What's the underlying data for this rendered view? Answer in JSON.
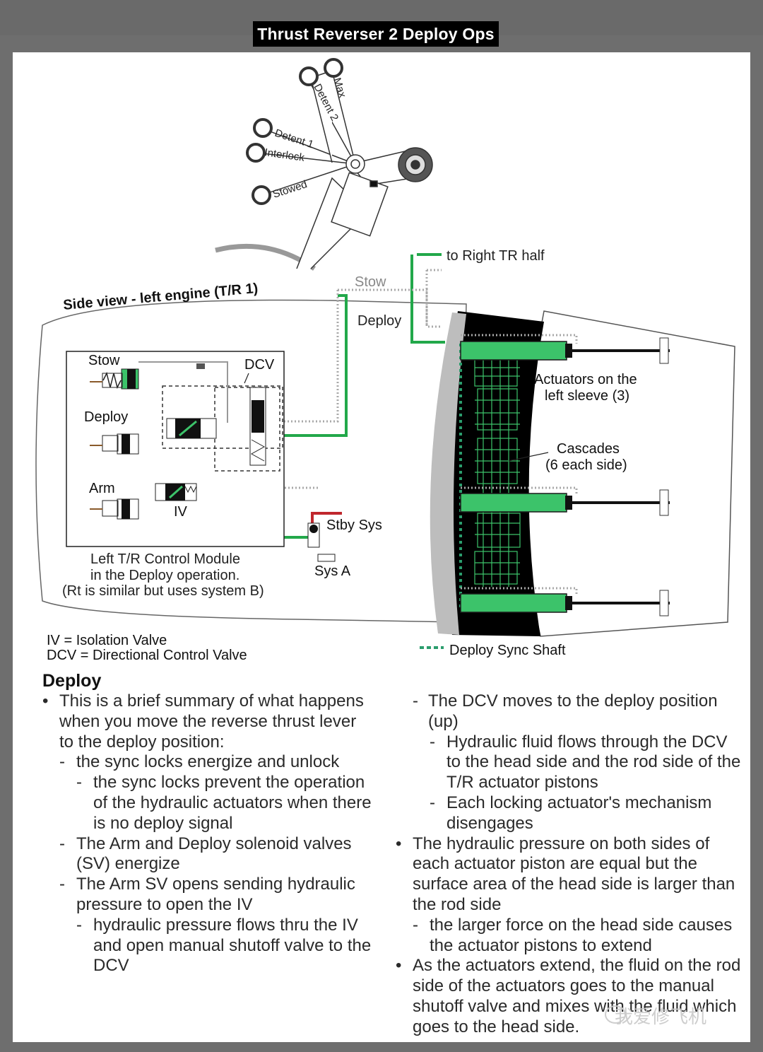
{
  "header": {
    "title": "Thrust Reverser 2 Deploy Ops"
  },
  "lever": {
    "positions": [
      "Max",
      "Detent 2",
      "Detent 1",
      "Interlock",
      "Stowed"
    ]
  },
  "diagram": {
    "side_view_label": "Side view - left engine (T/R 1)",
    "to_right_label": "to Right TR half",
    "stow_line_label": "Stow",
    "deploy_line_label": "Deploy",
    "module": {
      "stow": "Stow",
      "dcv": "DCV",
      "deploy": "Deploy",
      "arm": "Arm",
      "iv": "IV",
      "caption_line1": "Left T/R Control Module",
      "caption_line2": "in the Deploy operation.",
      "caption_line3": "(Rt is similar but uses system B)"
    },
    "stby_sys": "Stby Sys",
    "sys_a": "Sys A",
    "actuators_line1": "Actuators on the",
    "actuators_line2": "left sleeve (3)",
    "cascades_line1": "Cascades",
    "cascades_line2": "(6 each side)",
    "legend_iv": "IV = Isolation Valve",
    "legend_dcv": "DCV = Directional Control Valve",
    "sync_shaft": "Deploy Sync Shaft",
    "colors": {
      "hydraulic": "#22a84a",
      "actuator": "#3cc36a",
      "pressure": "#c0272d",
      "stow_dotted": "#a9a9a9"
    }
  },
  "text": {
    "heading": "Deploy",
    "left": [
      "This is a brief summary of what happens when you move the reverse thrust lever to the deploy position:",
      "the sync locks energize and unlock",
      "the sync locks prevent the operation of the hydraulic actuators when there is no deploy signal",
      "The Arm and Deploy solenoid valves (SV) energize",
      "The Arm SV opens sending hydraulic pressure to open the IV",
      "hydraulic pressure flows thru the IV and open manual shutoff valve to the DCV"
    ],
    "right": [
      "The DCV moves to the deploy position (up)",
      "Hydraulic fluid flows through the DCV to the head side and the rod side of the T/R actuator pistons",
      "Each locking actuator's mechanism disengages",
      "The hydraulic pressure on both sides of each actuator piston are equal but the surface area of the head side is larger than the rod side",
      "the larger force on the head side causes the actuator pistons to extend",
      "As the actuators extend, the fluid on the rod side of the actuators goes to the manual shutoff valve and mixes with the fluid which goes to the head side."
    ]
  },
  "watermark": "我爱修飞机"
}
